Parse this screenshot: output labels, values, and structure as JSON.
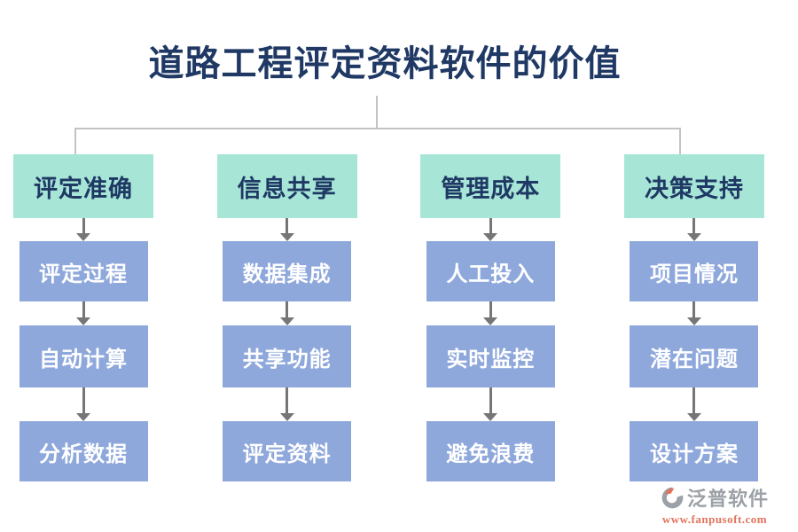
{
  "title": "道路工程评定资料软件的价值",
  "colors": {
    "title_text": "#1F3864",
    "header_bg": "#A7E6D7",
    "header_text": "#1F3864",
    "item_bg": "#8FA8DC",
    "item_text": "#FFFFFF",
    "connector_line": "#C3C3C3",
    "arrow": "#767676",
    "brand_gray": "#9BA1A6",
    "brand_orange": "#E2735C"
  },
  "columns": [
    {
      "header": "评定准确",
      "items": [
        "评定过程",
        "自动计算",
        "分析数据"
      ]
    },
    {
      "header": "信息共享",
      "items": [
        "数据集成",
        "共享功能",
        "评定资料"
      ]
    },
    {
      "header": "管理成本",
      "items": [
        "人工投入",
        "实时监控",
        "避免浪费"
      ]
    },
    {
      "header": "决策支持",
      "items": [
        "项目情况",
        "潜在问题",
        "设计方案"
      ]
    }
  ],
  "watermark": {
    "brand": "泛普软件",
    "url": "www.fanpusoft.com"
  }
}
